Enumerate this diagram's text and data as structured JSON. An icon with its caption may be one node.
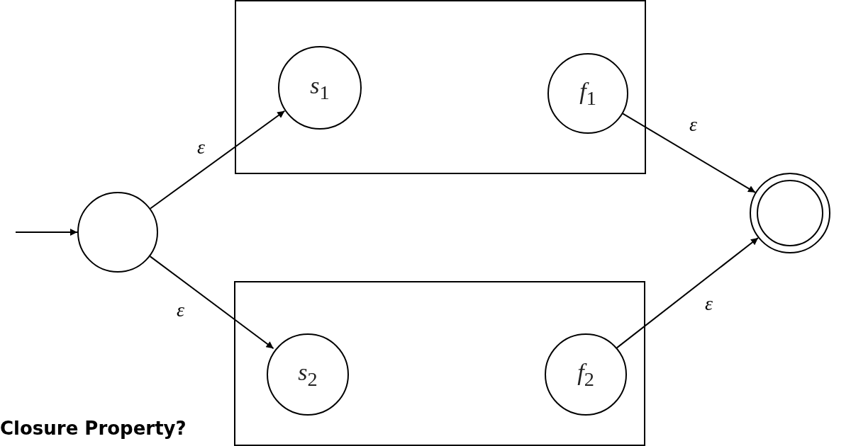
{
  "diagram": {
    "nodes": [
      {
        "text": [],
        "shape": "box"
      },
      {
        "text": [
          "*s*$_{1}$"
        ],
        "in": 0
      },
      {
        "text": [
          "*f*$_{1}$"
        ],
        "in": 0
      },
      {
        "text": [],
        "shape": "circle"
      },
      {
        "text": [],
        "shape": "double-circle"
      },
      {
        "text": [],
        "shape": "box"
      },
      {
        "text": [
          "*s*$_{2}$"
        ],
        "in": 5
      },
      {
        "text": [
          "*f*$_{2}$"
        ],
        "in": 5
      }
    ],
    "edges": [
      {
        "from": null,
        "to": 3,
        "arrow": "to"
      },
      {
        "from": 3,
        "to": 1,
        "arrow": "to",
        "label": "ε"
      },
      {
        "from": 3,
        "to": 6,
        "arrow": "to",
        "label": "ε"
      },
      {
        "from": 2,
        "to": 4,
        "arrow": "to",
        "label": "ε"
      },
      {
        "from": 7,
        "to": 4,
        "arrow": "to",
        "label": "ε"
      }
    ],
    "labels": [
      "Closure Property?"
    ]
  }
}
